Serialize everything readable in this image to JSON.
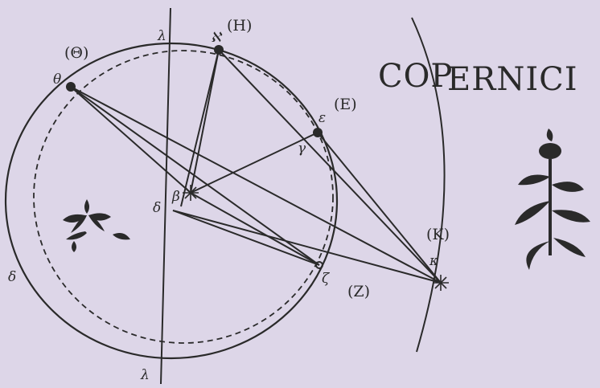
{
  "page": {
    "background": "#ddd6e8",
    "ink": "#2a2a2a"
  },
  "diagram": {
    "title": "COP|ERNICI",
    "title_left": "COP",
    "title_right": "ERNICI",
    "points": {
      "theta": {
        "label": "(Θ)",
        "glyph": "θ"
      },
      "eta": {
        "label": "(H)",
        "glyph": "ℵ"
      },
      "epsilon": {
        "label": "(E)",
        "glyph": "ε"
      },
      "zeta": {
        "label": "(Z)",
        "glyph": "ζ"
      },
      "kappa": {
        "label": "(K)",
        "glyph": "κ"
      }
    },
    "glyphs": {
      "top": "λ",
      "bottom": "λ",
      "left": "δ",
      "center": "β",
      "center_left": "δ",
      "eps_small": "γ",
      "zeta_small": "ζ"
    }
  }
}
